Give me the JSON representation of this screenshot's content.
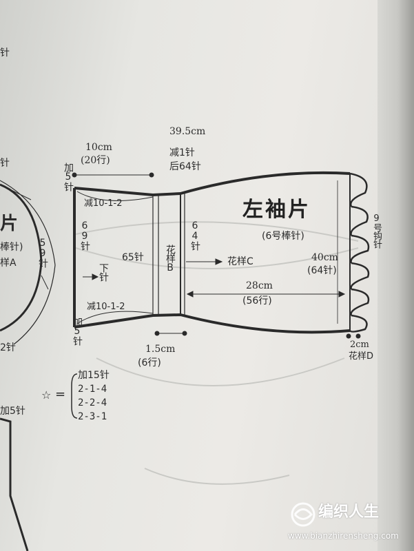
{
  "diagram": {
    "title": "左袖片",
    "needle_note": "(6号棒针)",
    "top_width": "39.5cm",
    "cuff_left_width": "10cm",
    "cuff_left_rows": "(20行)",
    "decrease_1": "减1针",
    "back_stitches": "后64针",
    "add_5_top": "加5针",
    "add_5_bottom": "加5针",
    "decrease_top": "减10-1-2",
    "decrease_bottom": "减10-1-2",
    "stitches_69": "69针",
    "stitches_65": "65针",
    "stitches_64": "64针",
    "pattern_b": "花样B",
    "pattern_c": "花样C",
    "down_needle": "下针",
    "length_28": "28cm",
    "rows_56": "(56行)",
    "width_40": "40cm",
    "stitches_64_paren": "(64针)",
    "hook_note": "9号钩针",
    "edge_2cm": "2cm",
    "pattern_d": "花样D",
    "band_1_5": "1.5cm",
    "band_rows": "(6行)",
    "star": "☆",
    "star_eq": "=",
    "star_rules": [
      "加15针",
      "2-1-4",
      "2-2-4",
      "2-3-1"
    ],
    "left_partial_1": "针",
    "left_partial_2": "针",
    "left_59": "59针",
    "left_pattern_a": "样A",
    "left_stitch": "棒针)",
    "left_piece": "片",
    "left_2": "2针",
    "left_05": "加5针"
  },
  "watermark": {
    "brand": "编织人生",
    "url": "www.bianzhirensheng.com"
  }
}
